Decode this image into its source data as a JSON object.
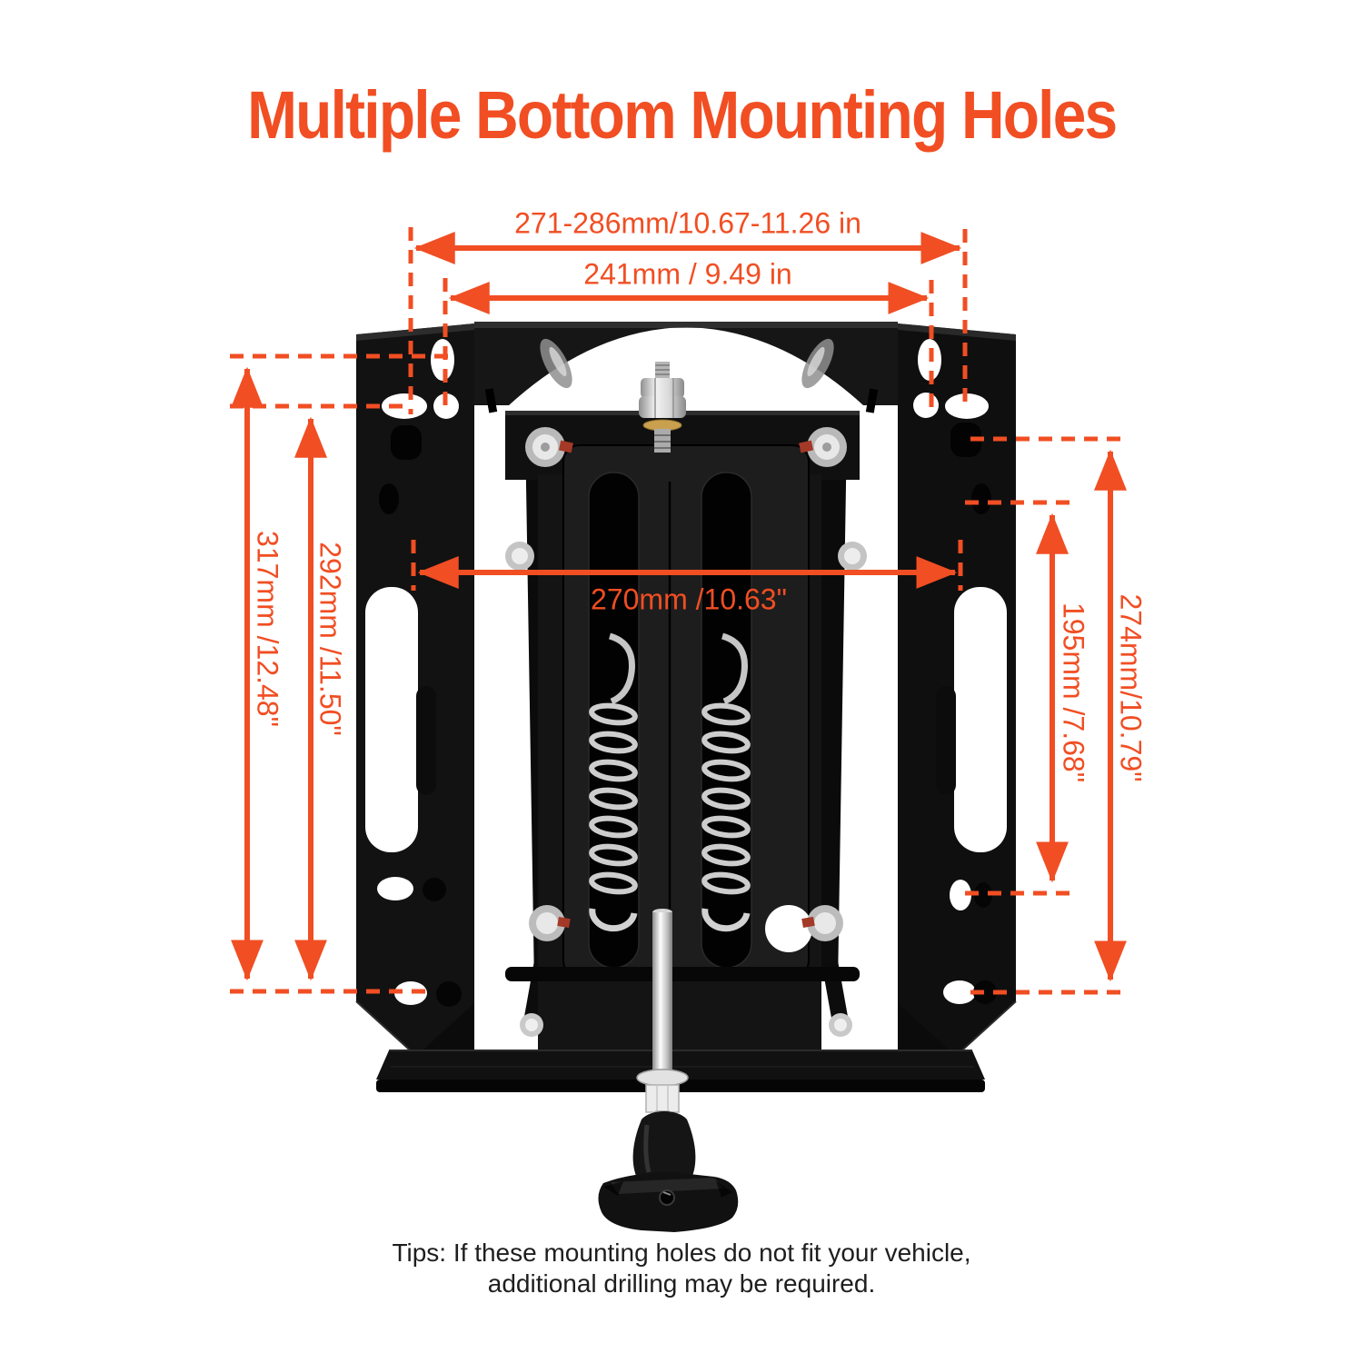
{
  "meta": {
    "accent_color": "#F14E23",
    "background_color": "#FFFFFF",
    "product_color": "#131313"
  },
  "title": "Multiple Bottom Mounting Holes",
  "dimension_labels": {
    "top_outer": "271-286mm/10.67-11.26 in",
    "top_inner": "241mm / 9.49 in",
    "center_width": "270mm /10.63\"",
    "left_outer": "317mm /12.48\"",
    "left_inner": "292mm /11.50\"",
    "right_inner": "195mm /7.68\"",
    "right_outer": "274mm/10.79\""
  },
  "tips": {
    "line1": "Tips: If these mounting holes do not fit your vehicle,",
    "line2": "additional drilling may be required."
  }
}
